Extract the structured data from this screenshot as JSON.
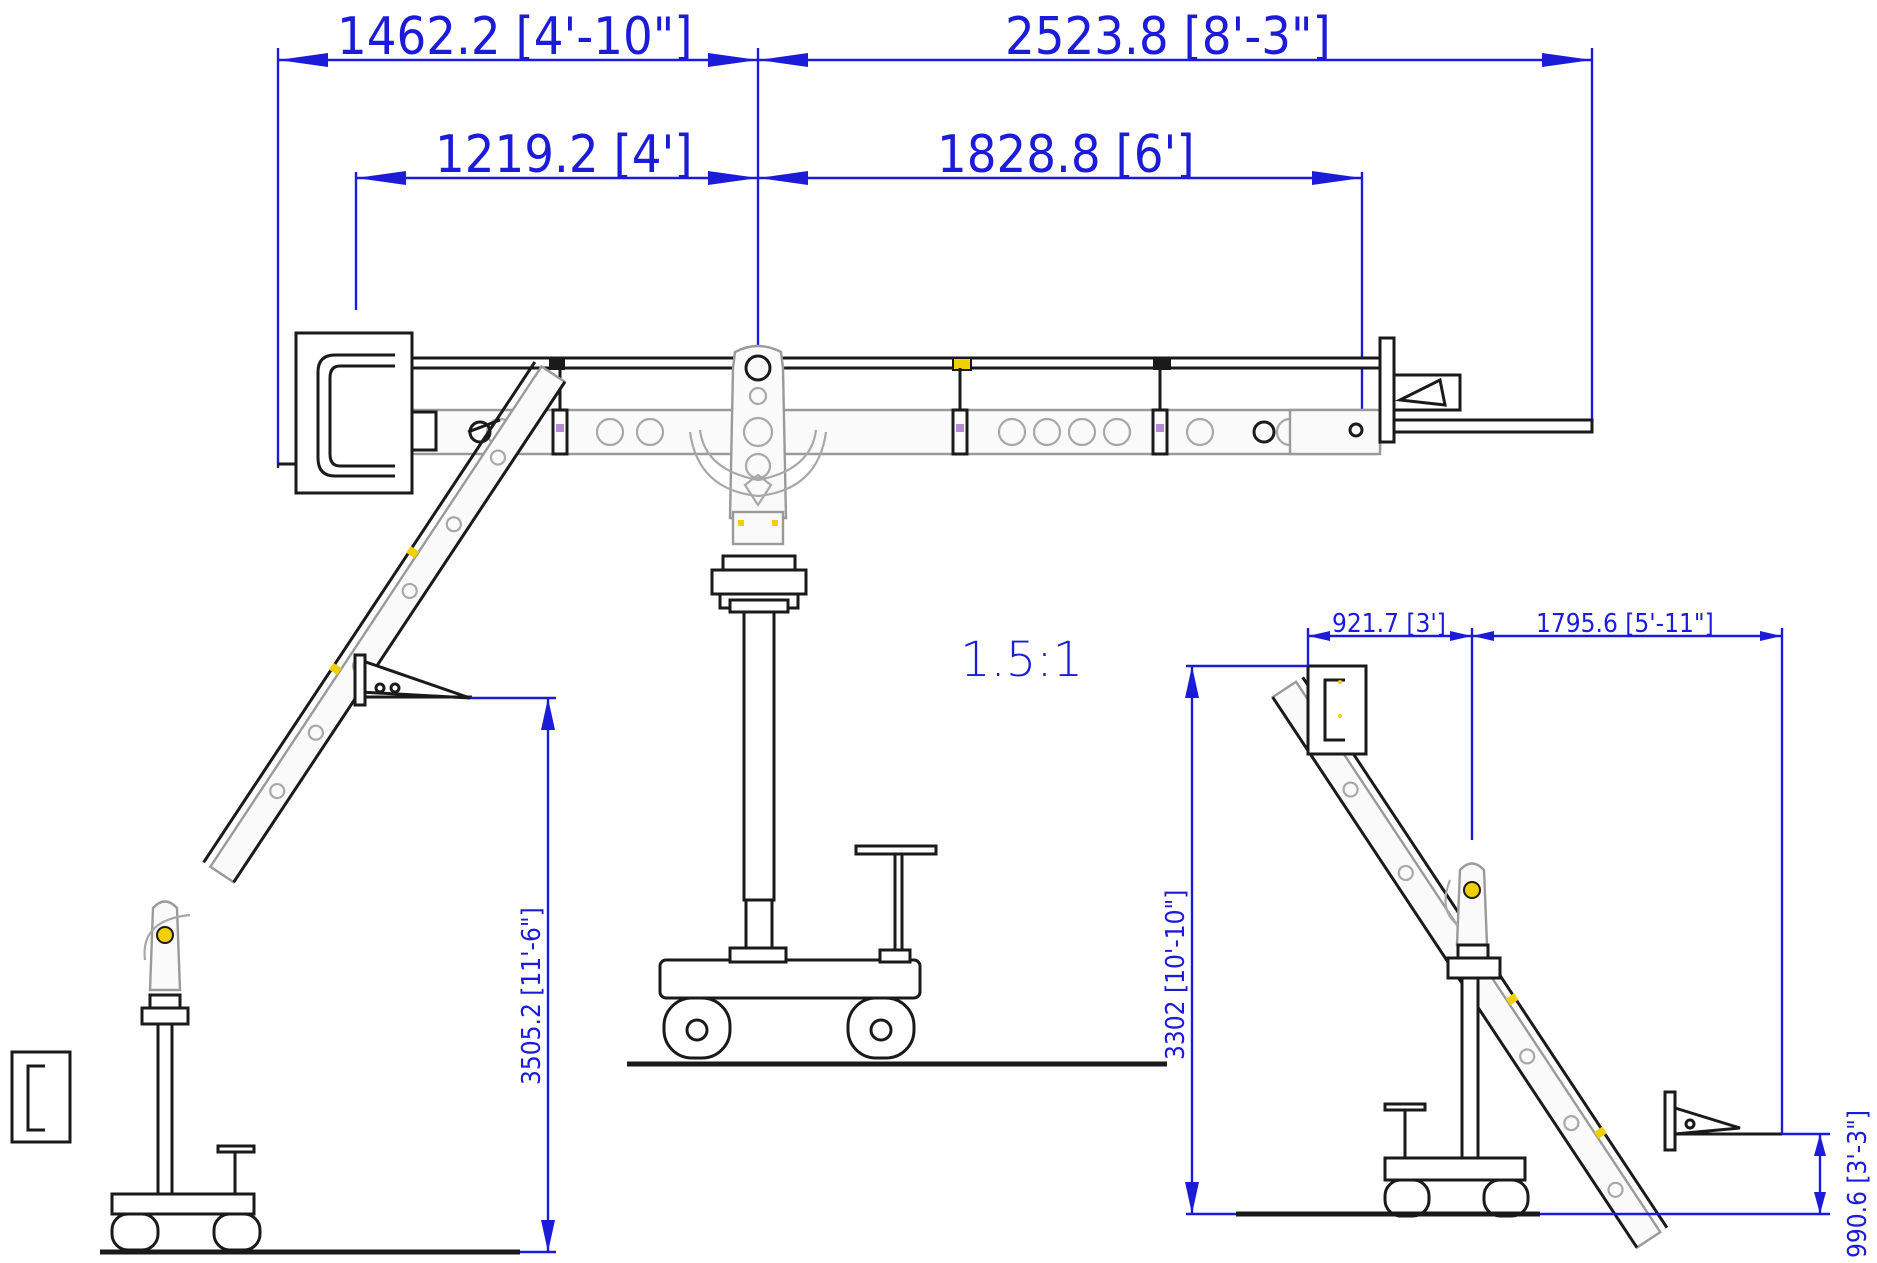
{
  "dimensions": {
    "top_left_outer": "1462.2 [4'-10\"]",
    "top_right_outer": "2523.8 [8'-3\"]",
    "top_left_inner": "1219.2 [4']",
    "top_right_inner": "1828.8 [6']",
    "right_reach_left": "921.7 [3']",
    "right_reach_right": "1795.6 [5'-11\"]",
    "left_height": "3505.2 [11'-6\"]",
    "right_height": "3302 [10'-10\"]",
    "right_low_height": "990.6 [3'-3\"]"
  },
  "scale_label": "1.5:1",
  "colors": {
    "dimension": "#1c1cd8",
    "outline": "#1a1a1a",
    "detail": "#9a9a9a",
    "accent_yellow": "#f2d000",
    "accent_purple": "#b98ad8"
  }
}
